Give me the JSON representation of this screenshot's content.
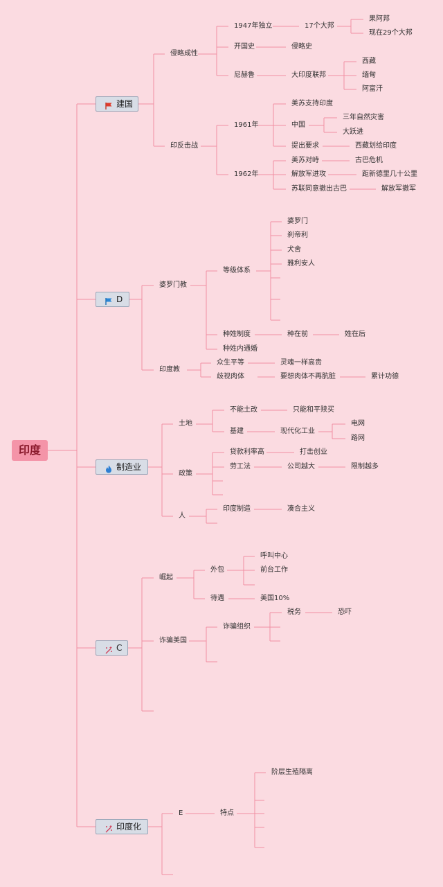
{
  "root": {
    "label": "印度"
  },
  "colors": {
    "background": "#fbdbe1",
    "line": "#f08fa3",
    "root_fill": "#f494a8",
    "branch_fill": "#d8dde6"
  },
  "branches": [
    {
      "label": "建国",
      "icon": "red-flag-icon"
    },
    {
      "label": "D",
      "icon": "blue-flag-icon"
    },
    {
      "label": "制造业",
      "icon": "flame-icon"
    },
    {
      "label": "C",
      "icon": "sparkle-icon"
    },
    {
      "label": "印度化",
      "icon": "sparkle-icon"
    }
  ],
  "nodes": {
    "b1": {
      "aggression": "侵略成性",
      "independence": "1947年独立",
      "states17": "17个大邦",
      "congo": "果阿邦",
      "now29": "现在29个大邦",
      "pioneer_history": "开国史",
      "invasion_history": "侵略史",
      "nehru": "尼赫鲁",
      "greater_india": "大印度联邦",
      "tibet": "西藏",
      "burma": "缅甸",
      "afghanistan": "阿富汗",
      "counterattack": "印反击战",
      "y1961": "1961年",
      "us_su_support": "美苏支持印度",
      "china": "中国",
      "disaster": "三年自然灾害",
      "great_leap": "大跃进",
      "demand": "提出要求",
      "tibet_cede": "西藏划给印度",
      "y1962": "1962年",
      "us_su_confront": "美苏对峙",
      "cuba_crisis": "古巴危机",
      "pla_advance": "解放军进攻",
      "distance_delhi": "距新德里几十公里",
      "su_withdraw": "苏联同意撤出古巴",
      "pla_withdraw": "解放军撤军"
    },
    "b2": {
      "brahmanism": "婆罗门教",
      "caste_system": "等级体系",
      "brahmin": "婆罗门",
      "kshatriya": "刹帝利",
      "vaishya": "犬舍",
      "aryan": "雅利安人",
      "caste": "种姓制度",
      "caste_first": "种在前",
      "surname_after": "姓在后",
      "endogamy": "种姓内通婚",
      "hinduism": "印度教",
      "equality": "众生平等",
      "soul_noble": "灵魂一样高贵",
      "despise_body": "歧视肉体",
      "body_clean": "要想肉体不再肮脏",
      "merit": "累计功德"
    },
    "b3": {
      "land": "土地",
      "no_reform": "不能土改",
      "fair_buy": "只能和平赎买",
      "infrastructure": "基建",
      "modern_industry": "现代化工业",
      "power_grid": "电网",
      "road_network": "路网",
      "policy": "政策",
      "loan_rate": "贷款利率高",
      "hit_startup": "打击创业",
      "labor_law": "劳工法",
      "bigger_company": "公司越大",
      "more_limits": "限制越多",
      "people": "人",
      "make_in_india": "印度制造",
      "jugaad": "凑合主义"
    },
    "b4": {
      "rise": "崛起",
      "outsourcing": "外包",
      "call_center": "呼叫中心",
      "front_desk": "前台工作",
      "treatment": "待遇",
      "us10": "美国10%",
      "scam_us": "诈骗美国",
      "scam_org": "诈骗组织",
      "tax": "税务",
      "threat": "恐吓"
    },
    "b5": {
      "e": "E",
      "features": "特点",
      "class_isolation": "阶层生殖隔离"
    }
  }
}
